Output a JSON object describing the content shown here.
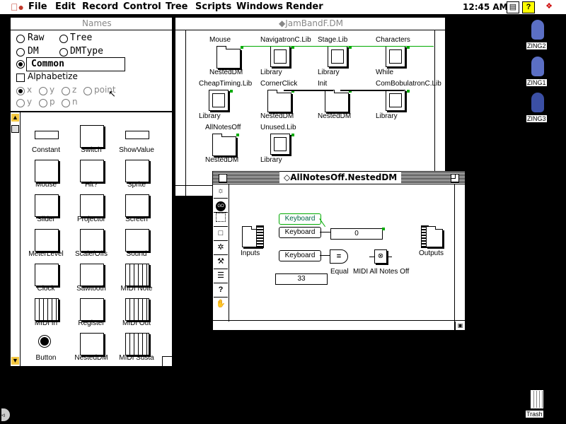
{
  "menubar": {
    "items": [
      "File",
      "Edit",
      "Record",
      "Control",
      "Tree",
      "Scripts",
      "Windows",
      "Render"
    ],
    "clock": "12:45 AM"
  },
  "names_window": {
    "title": "Names",
    "options": [
      "Raw",
      "Tree",
      "DM",
      "DMType"
    ],
    "selected_field": "Common",
    "alphabetize": "Alphabetize",
    "axes": [
      "x",
      "y",
      "z",
      "point"
    ],
    "axes2": [
      "y",
      "p",
      "n"
    ],
    "palette": [
      "Constant",
      "Switch",
      "ShowValue",
      "Mouse",
      "Hit?",
      "Sprite",
      "Slider",
      "Projector",
      "Screen",
      "MeterLevel",
      "Scale/Offs",
      "Sound",
      "Clock",
      "Sawtooth",
      "MIDI Note",
      "MIDI In",
      "Register",
      "MIDI Out",
      "Button",
      "NestedDM",
      "MIDI Susta"
    ]
  },
  "jamband_window": {
    "title": "◆JamBandF.DM",
    "nodes": [
      {
        "top": "Mouse",
        "bottom": "NestedDM",
        "kind": "folder"
      },
      {
        "top": "NavigatronC.Lib",
        "bottom": "Library",
        "kind": "lib"
      },
      {
        "top": "Stage.Lib",
        "bottom": "Library",
        "kind": "lib"
      },
      {
        "top": "Characters",
        "bottom": "While",
        "kind": "while"
      },
      {
        "top": "CheapTiming.Lib",
        "bottom": "Library",
        "kind": "lib"
      },
      {
        "top": "CornerClick",
        "bottom": "NestedDM",
        "kind": "folder"
      },
      {
        "top": "Init",
        "bottom": "NestedDM",
        "kind": "folder"
      },
      {
        "top": "ComBobulatronC.Lib",
        "bottom": "Library",
        "kind": "lib"
      },
      {
        "top": "AllNotesOff",
        "bottom": "NestedDM",
        "kind": "folder"
      },
      {
        "top": "Unused.Lib",
        "bottom": "Library",
        "kind": "lib"
      }
    ]
  },
  "nested_window": {
    "title": "◇AllNotesOff.NestedDM",
    "inputs": "Inputs",
    "outputs": "Outputs",
    "keyboard1": "Keyboard",
    "keyboard2": "Keyboard",
    "keyboard3": "Keyboard",
    "value1": "0",
    "value2": "33",
    "equal": "Equal",
    "midi_all_notes_off": "MIDI All Notes Off",
    "tools": [
      "ear-icon",
      "go-icon",
      "select-icon",
      "script-icon",
      "link-icon",
      "wrench-icon",
      "list-icon",
      "help-icon",
      "hand-icon"
    ],
    "go_label": "GO",
    "help_label": "?"
  },
  "desktop": {
    "icons": [
      "ZING2",
      "ZING1",
      "ZING3"
    ],
    "trash": "Trash"
  },
  "colors": {
    "connection": "#00aa00",
    "desktop": "#000000"
  }
}
